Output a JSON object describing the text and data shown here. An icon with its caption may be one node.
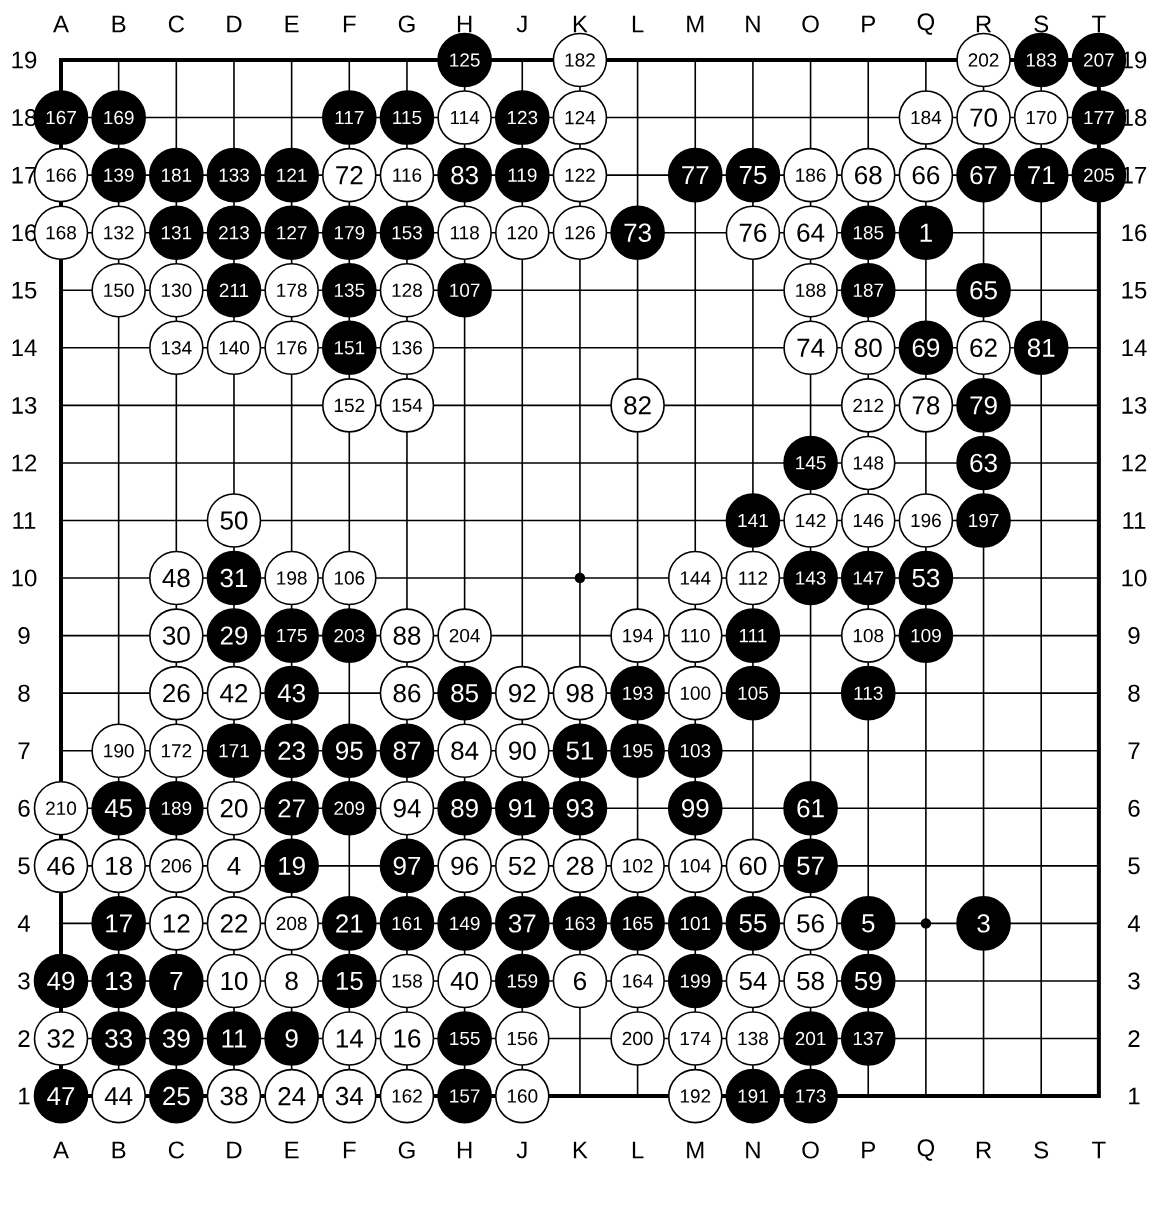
{
  "diagram": {
    "nodes": [
      {
        "text": [
          "125"
        ]
      },
      {
        "text": [
          "182"
        ]
      },
      {
        "text": [
          "202"
        ]
      },
      {
        "text": [
          "183"
        ]
      },
      {
        "text": [
          "207"
        ]
      },
      {
        "text": [
          "167"
        ]
      },
      {
        "text": [
          "169"
        ]
      },
      {
        "text": [
          "117"
        ]
      },
      {
        "text": [
          "115"
        ]
      },
      {
        "text": [
          "114"
        ]
      },
      {
        "text": [
          "123"
        ]
      },
      {
        "text": [
          "124"
        ]
      },
      {
        "text": [
          "184"
        ]
      },
      {
        "text": [
          "70"
        ]
      },
      {
        "text": [
          "170"
        ]
      },
      {
        "text": [
          "177"
        ]
      },
      {
        "text": [
          "166"
        ]
      },
      {
        "text": [
          "139"
        ]
      },
      {
        "text": [
          "181"
        ]
      },
      {
        "text": [
          "133"
        ]
      },
      {
        "text": [
          "121"
        ]
      },
      {
        "text": [
          "72"
        ]
      },
      {
        "text": [
          "116"
        ]
      },
      {
        "text": [
          "83"
        ]
      },
      {
        "text": [
          "119"
        ]
      },
      {
        "text": [
          "122"
        ]
      },
      {
        "text": [
          "77"
        ]
      },
      {
        "text": [
          "75"
        ]
      },
      {
        "text": [
          "186"
        ]
      },
      {
        "text": [
          "68"
        ]
      },
      {
        "text": [
          "66"
        ]
      },
      {
        "text": [
          "67"
        ]
      },
      {
        "text": [
          "71"
        ]
      },
      {
        "text": [
          "205"
        ]
      },
      {
        "text": [
          "168"
        ]
      },
      {
        "text": [
          "132"
        ]
      },
      {
        "text": [
          "131"
        ]
      },
      {
        "text": [
          "213"
        ]
      },
      {
        "text": [
          "127"
        ]
      },
      {
        "text": [
          "179"
        ]
      },
      {
        "text": [
          "153"
        ]
      },
      {
        "text": [
          "118"
        ]
      },
      {
        "text": [
          "120"
        ]
      },
      {
        "text": [
          "126"
        ]
      },
      {
        "text": [
          "73"
        ]
      },
      {
        "text": [
          "76"
        ]
      },
      {
        "text": [
          "64"
        ]
      },
      {
        "text": [
          "185"
        ]
      },
      {
        "text": [
          "1"
        ]
      },
      {
        "text": [
          "150"
        ]
      },
      {
        "text": [
          "130"
        ]
      },
      {
        "text": [
          "211"
        ]
      },
      {
        "text": [
          "178"
        ]
      },
      {
        "text": [
          "135"
        ]
      },
      {
        "text": [
          "128"
        ]
      },
      {
        "text": [
          "107"
        ]
      },
      {
        "text": [
          "188"
        ]
      },
      {
        "text": [
          "187"
        ]
      },
      {
        "text": [
          "65"
        ]
      },
      {
        "text": [
          "134"
        ]
      },
      {
        "text": [
          "140"
        ]
      },
      {
        "text": [
          "176"
        ]
      },
      {
        "text": [
          "151"
        ]
      },
      {
        "text": [
          "136"
        ]
      },
      {
        "text": [
          "74"
        ]
      },
      {
        "text": [
          "80"
        ]
      },
      {
        "text": [
          "69"
        ]
      },
      {
        "text": [
          "62"
        ]
      },
      {
        "text": [
          "81"
        ]
      },
      {
        "text": [
          "152"
        ]
      },
      {
        "text": [
          "154"
        ]
      },
      {
        "text": [
          "82"
        ]
      },
      {
        "text": [
          "212"
        ]
      },
      {
        "text": [
          "78"
        ]
      },
      {
        "text": [
          "79"
        ]
      },
      {
        "text": [
          "145"
        ]
      },
      {
        "text": [
          "148"
        ]
      },
      {
        "text": [
          "63"
        ]
      },
      {
        "text": [
          "50"
        ]
      },
      {
        "text": [
          "141"
        ]
      },
      {
        "text": [
          "142"
        ]
      },
      {
        "text": [
          "146"
        ]
      },
      {
        "text": [
          "196"
        ]
      },
      {
        "text": [
          "197"
        ]
      },
      {
        "text": [
          "48"
        ]
      },
      {
        "text": [
          "31"
        ]
      },
      {
        "text": [
          "198"
        ]
      },
      {
        "text": [
          "106"
        ]
      },
      {
        "text": [
          "144"
        ]
      },
      {
        "text": [
          "112"
        ]
      },
      {
        "text": [
          "143"
        ]
      },
      {
        "text": [
          "147"
        ]
      },
      {
        "text": [
          "53"
        ]
      },
      {
        "text": [
          "30"
        ]
      },
      {
        "text": [
          "29"
        ]
      },
      {
        "text": [
          "175"
        ]
      },
      {
        "text": [
          "203"
        ]
      },
      {
        "text": [
          "88"
        ]
      },
      {
        "text": [
          "204"
        ]
      },
      {
        "text": [
          "194"
        ]
      },
      {
        "text": [
          "110"
        ]
      },
      {
        "text": [
          "111"
        ]
      },
      {
        "text": [
          "108"
        ]
      },
      {
        "text": [
          "109"
        ]
      },
      {
        "text": [
          "26"
        ]
      },
      {
        "text": [
          "42"
        ]
      },
      {
        "text": [
          "43"
        ]
      },
      {
        "text": [
          "86"
        ]
      },
      {
        "text": [
          "85"
        ]
      },
      {
        "text": [
          "92"
        ]
      },
      {
        "text": [
          "98"
        ]
      },
      {
        "text": [
          "193"
        ]
      },
      {
        "text": [
          "100"
        ]
      },
      {
        "text": [
          "105"
        ]
      },
      {
        "text": [
          "113"
        ]
      },
      {
        "text": [
          "190"
        ]
      },
      {
        "text": [
          "172"
        ]
      },
      {
        "text": [
          "171"
        ]
      },
      {
        "text": [
          "23"
        ]
      },
      {
        "text": [
          "95"
        ]
      },
      {
        "text": [
          "87"
        ]
      },
      {
        "text": [
          "84"
        ]
      },
      {
        "text": [
          "90"
        ]
      },
      {
        "text": [
          "51"
        ]
      },
      {
        "text": [
          "195"
        ]
      },
      {
        "text": [
          "103"
        ]
      },
      {
        "text": [
          "210"
        ]
      },
      {
        "text": [
          "45"
        ]
      },
      {
        "text": [
          "189"
        ]
      },
      {
        "text": [
          "20"
        ]
      },
      {
        "text": [
          "27"
        ]
      },
      {
        "text": [
          "209"
        ]
      },
      {
        "text": [
          "94"
        ]
      },
      {
        "text": [
          "89"
        ]
      },
      {
        "text": [
          "91"
        ]
      },
      {
        "text": [
          "93"
        ]
      },
      {
        "text": [
          "99"
        ]
      },
      {
        "text": [
          "61"
        ]
      },
      {
        "text": [
          "46"
        ]
      },
      {
        "text": [
          "18"
        ]
      },
      {
        "text": [
          "206"
        ]
      },
      {
        "text": [
          "4"
        ]
      },
      {
        "text": [
          "19"
        ]
      },
      {
        "text": [
          "97"
        ]
      },
      {
        "text": [
          "96"
        ]
      },
      {
        "text": [
          "52"
        ]
      },
      {
        "text": [
          "28"
        ]
      },
      {
        "text": [
          "102"
        ]
      },
      {
        "text": [
          "104"
        ]
      },
      {
        "text": [
          "60"
        ]
      },
      {
        "text": [
          "57"
        ]
      },
      {
        "text": [
          "17"
        ]
      },
      {
        "text": [
          "12"
        ]
      },
      {
        "text": [
          "22"
        ]
      },
      {
        "text": [
          "208"
        ]
      },
      {
        "text": [
          "21"
        ]
      },
      {
        "text": [
          "161"
        ]
      },
      {
        "text": [
          "149"
        ]
      },
      {
        "text": [
          "37"
        ]
      },
      {
        "text": [
          "163"
        ]
      },
      {
        "text": [
          "165"
        ]
      },
      {
        "text": [
          "101"
        ]
      },
      {
        "text": [
          "55"
        ]
      },
      {
        "text": [
          "56"
        ]
      },
      {
        "text": [
          "5"
        ]
      },
      {
        "text": [
          "3"
        ]
      },
      {
        "text": [
          "49"
        ]
      },
      {
        "text": [
          "13"
        ]
      },
      {
        "text": [
          "7"
        ]
      },
      {
        "text": [
          "10"
        ]
      },
      {
        "text": [
          "8"
        ]
      },
      {
        "text": [
          "15"
        ]
      },
      {
        "text": [
          "158"
        ]
      },
      {
        "text": [
          "40"
        ]
      },
      {
        "text": [
          "159"
        ]
      },
      {
        "text": [
          "6"
        ]
      },
      {
        "text": [
          "164"
        ]
      },
      {
        "text": [
          "199"
        ]
      },
      {
        "text": [
          "54"
        ]
      },
      {
        "text": [
          "58"
        ]
      },
      {
        "text": [
          "59"
        ]
      },
      {
        "text": [
          "32"
        ]
      },
      {
        "text": [
          "33"
        ]
      },
      {
        "text": [
          "39"
        ]
      },
      {
        "text": [
          "11"
        ]
      },
      {
        "text": [
          "9"
        ]
      },
      {
        "text": [
          "14"
        ]
      },
      {
        "text": [
          "16"
        ]
      },
      {
        "text": [
          "155"
        ]
      },
      {
        "text": [
          "156"
        ]
      },
      {
        "text": [
          "200"
        ]
      },
      {
        "text": [
          "174"
        ]
      },
      {
        "text": [
          "138"
        ]
      },
      {
        "text": [
          "201"
        ]
      },
      {
        "text": [
          "137"
        ]
      },
      {
        "text": [
          "47"
        ]
      },
      {
        "text": [
          "44"
        ]
      },
      {
        "text": [
          "25"
        ]
      },
      {
        "text": [
          "38"
        ]
      },
      {
        "text": [
          "24"
        ]
      },
      {
        "text": [
          "34"
        ]
      },
      {
        "text": [
          "162"
        ]
      },
      {
        "text": [
          "157"
        ]
      },
      {
        "text": [
          "160"
        ]
      },
      {
        "text": [
          "192"
        ]
      },
      {
        "text": [
          "191"
        ]
      },
      {
        "text": [
          "173"
        ]
      }
    ],
    "labels": [
      "A",
      "B",
      "C",
      "D",
      "E",
      "F",
      "G",
      "H",
      "J",
      "K",
      "L",
      "M",
      "N",
      "O",
      "P",
      "Q",
      "R",
      "S",
      "T",
      "19",
      "19",
      "18",
      "18",
      "17",
      "17",
      "16",
      "16",
      "15",
      "15",
      "14",
      "14",
      "13",
      "13",
      "12",
      "12",
      "11",
      "11",
      "10",
      "10",
      "9",
      "9",
      "8",
      "8",
      "7",
      "7",
      "6",
      "6",
      "5",
      "5",
      "4",
      "4",
      "3",
      "3",
      "2",
      "2",
      "1",
      "1",
      "A",
      "B",
      "C",
      "D",
      "E",
      "F",
      "G",
      "H",
      "J",
      "K",
      "L",
      "M",
      "N",
      "O",
      "P",
      "Q",
      "R",
      "S",
      "T"
    ]
  }
}
